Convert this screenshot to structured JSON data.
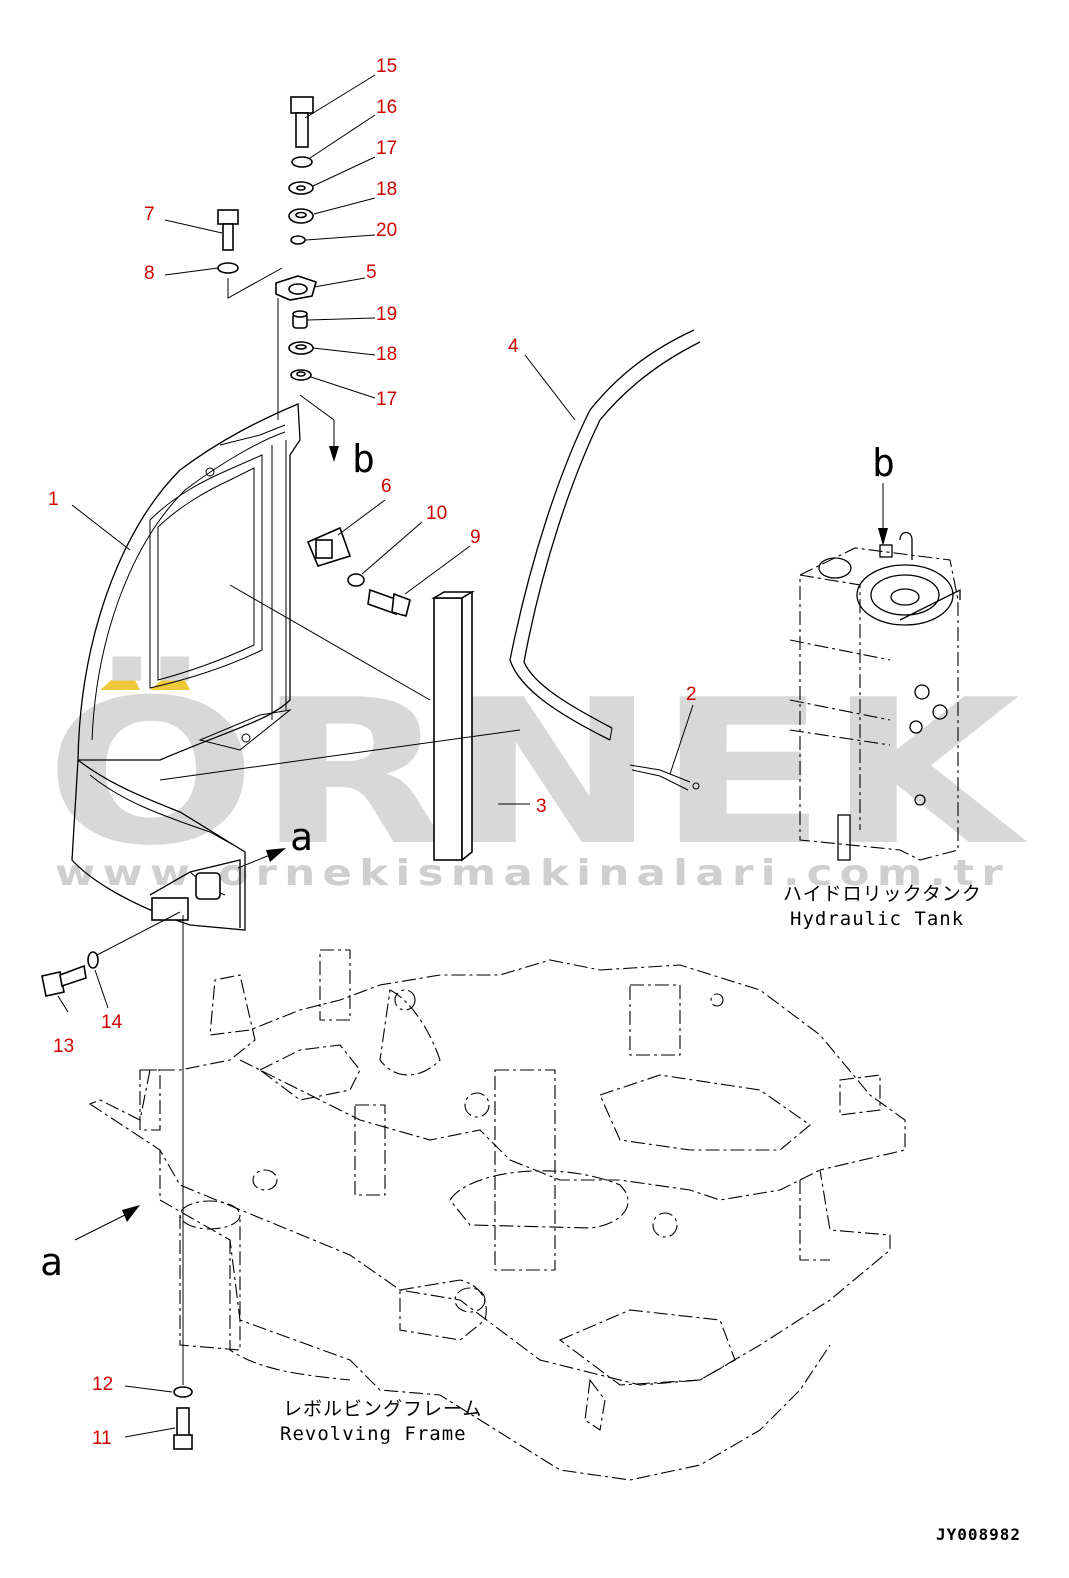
{
  "watermark": {
    "brand": "ÖRNEK",
    "url": "www.ornekismakinalari.com.tr",
    "accent_color": "#f0c93a"
  },
  "callouts": [
    "1",
    "2",
    "3",
    "4",
    "5",
    "6",
    "7",
    "8",
    "9",
    "10",
    "11",
    "12",
    "13",
    "14",
    "15",
    "16",
    "17",
    "18",
    "19",
    "20",
    "17",
    "18"
  ],
  "view_markers": {
    "b_top": "b",
    "b_tank": "b",
    "a_upper": "a",
    "a_lower": "a"
  },
  "captions": {
    "tank_jp": "ハイドロリックタンク",
    "tank_en": "Hydraulic Tank",
    "frame_jp": "レボルビングフレーム",
    "frame_en": "Revolving Frame"
  },
  "drawing_code": "JY008982",
  "colors": {
    "callout": "#cc0000",
    "line": "#000000",
    "watermark": "#d8d8d8"
  }
}
